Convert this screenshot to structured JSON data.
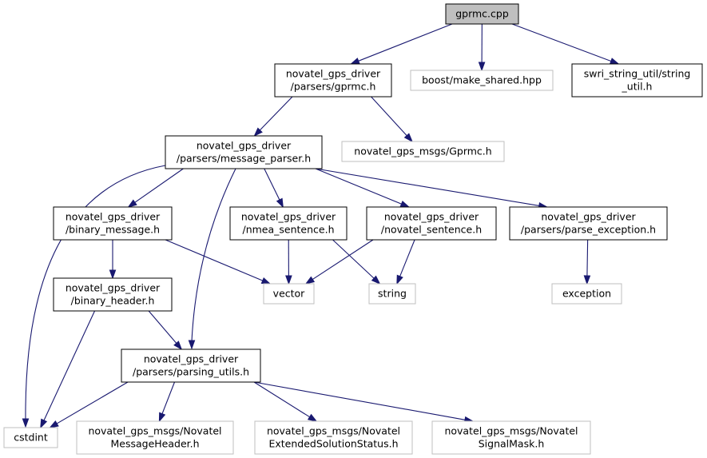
{
  "nodes": [
    {
      "id": "gprmc_cpp",
      "kind": "root",
      "lines": [
        "gprmc.cpp"
      ]
    },
    {
      "id": "parsers_gprmc_h",
      "kind": "internal",
      "lines": [
        "novatel_gps_driver",
        "/parsers/gprmc.h"
      ]
    },
    {
      "id": "boost_make_shared",
      "kind": "external",
      "lines": [
        "boost/make_shared.hpp"
      ]
    },
    {
      "id": "swri_string_util",
      "kind": "internal",
      "lines": [
        "swri_string_util/string",
        "_util.h"
      ]
    },
    {
      "id": "message_parser_h",
      "kind": "internal",
      "lines": [
        "novatel_gps_driver",
        "/parsers/message_parser.h"
      ]
    },
    {
      "id": "gprmc_msg_h",
      "kind": "external",
      "lines": [
        "novatel_gps_msgs/Gprmc.h"
      ]
    },
    {
      "id": "binary_message_h",
      "kind": "internal",
      "lines": [
        "novatel_gps_driver",
        "/binary_message.h"
      ]
    },
    {
      "id": "nmea_sentence_h",
      "kind": "internal",
      "lines": [
        "novatel_gps_driver",
        "/nmea_sentence.h"
      ]
    },
    {
      "id": "novatel_sentence_h",
      "kind": "internal",
      "lines": [
        "novatel_gps_driver",
        "/novatel_sentence.h"
      ]
    },
    {
      "id": "parse_exception_h",
      "kind": "internal",
      "lines": [
        "novatel_gps_driver",
        "/parsers/parse_exception.h"
      ]
    },
    {
      "id": "binary_header_h",
      "kind": "internal",
      "lines": [
        "novatel_gps_driver",
        "/binary_header.h"
      ]
    },
    {
      "id": "vector",
      "kind": "external",
      "lines": [
        "vector"
      ]
    },
    {
      "id": "string",
      "kind": "external",
      "lines": [
        "string"
      ]
    },
    {
      "id": "exception",
      "kind": "external",
      "lines": [
        "exception"
      ]
    },
    {
      "id": "parsing_utils_h",
      "kind": "internal",
      "lines": [
        "novatel_gps_driver",
        "/parsers/parsing_utils.h"
      ]
    },
    {
      "id": "cstdint",
      "kind": "external",
      "lines": [
        "cstdint"
      ]
    },
    {
      "id": "message_header_h",
      "kind": "external",
      "lines": [
        "novatel_gps_msgs/Novatel",
        "MessageHeader.h"
      ]
    },
    {
      "id": "extended_solution_h",
      "kind": "external",
      "lines": [
        "novatel_gps_msgs/Novatel",
        "ExtendedSolutionStatus.h"
      ]
    },
    {
      "id": "signal_mask_h",
      "kind": "external",
      "lines": [
        "novatel_gps_msgs/Novatel",
        "SignalMask.h"
      ]
    }
  ],
  "edges": [
    {
      "from": "gprmc_cpp",
      "to": "parsers_gprmc_h"
    },
    {
      "from": "gprmc_cpp",
      "to": "boost_make_shared"
    },
    {
      "from": "gprmc_cpp",
      "to": "swri_string_util"
    },
    {
      "from": "parsers_gprmc_h",
      "to": "message_parser_h"
    },
    {
      "from": "parsers_gprmc_h",
      "to": "gprmc_msg_h"
    },
    {
      "from": "message_parser_h",
      "to": "binary_message_h"
    },
    {
      "from": "message_parser_h",
      "to": "nmea_sentence_h"
    },
    {
      "from": "message_parser_h",
      "to": "novatel_sentence_h"
    },
    {
      "from": "message_parser_h",
      "to": "parse_exception_h"
    },
    {
      "from": "message_parser_h",
      "to": "parsing_utils_h"
    },
    {
      "from": "message_parser_h",
      "to": "cstdint"
    },
    {
      "from": "binary_message_h",
      "to": "binary_header_h"
    },
    {
      "from": "binary_message_h",
      "to": "vector"
    },
    {
      "from": "nmea_sentence_h",
      "to": "vector"
    },
    {
      "from": "nmea_sentence_h",
      "to": "string"
    },
    {
      "from": "novatel_sentence_h",
      "to": "vector"
    },
    {
      "from": "novatel_sentence_h",
      "to": "string"
    },
    {
      "from": "parse_exception_h",
      "to": "exception"
    },
    {
      "from": "binary_header_h",
      "to": "parsing_utils_h"
    },
    {
      "from": "binary_header_h",
      "to": "cstdint"
    },
    {
      "from": "parsing_utils_h",
      "to": "cstdint"
    },
    {
      "from": "parsing_utils_h",
      "to": "message_header_h"
    },
    {
      "from": "parsing_utils_h",
      "to": "extended_solution_h"
    },
    {
      "from": "parsing_utils_h",
      "to": "signal_mask_h"
    }
  ],
  "colors": {
    "edge": "#191970",
    "internal_border": "#000000",
    "external_border": "#bfbfbf",
    "root_fill": "#bfbfbf"
  }
}
